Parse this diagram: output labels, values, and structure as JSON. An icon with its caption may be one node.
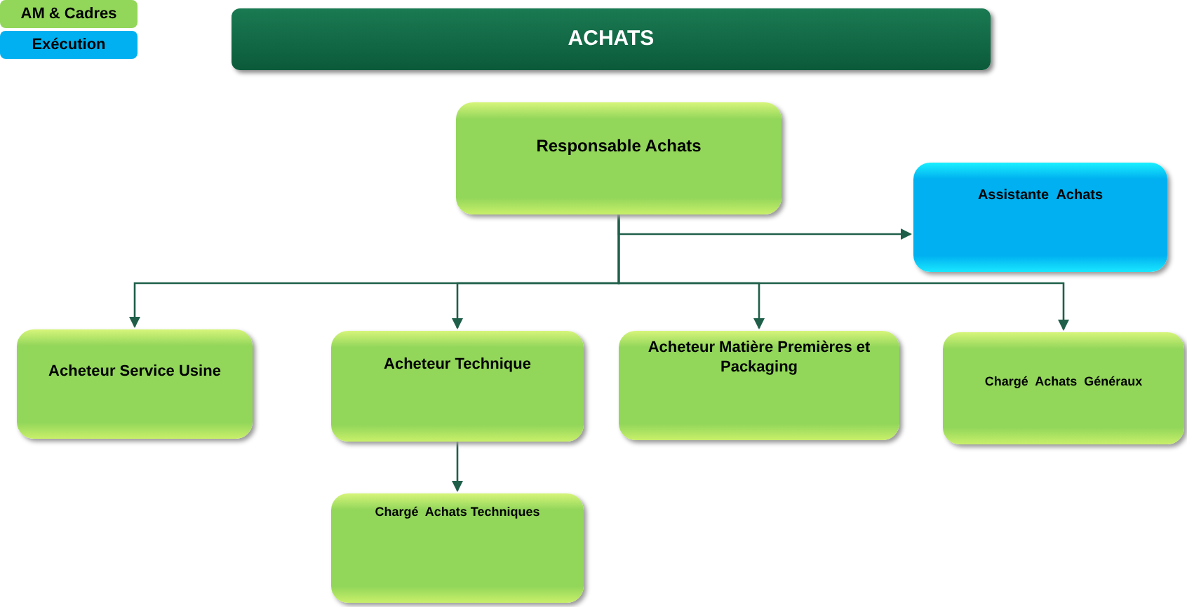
{
  "diagram": {
    "title": "ACHATS",
    "nodes": [
      {
        "text": [
          "Responsable Achats"
        ]
      },
      {
        "text": [
          "Assistante  Achats"
        ]
      },
      {
        "text": [
          "Acheteur Service Usine"
        ]
      },
      {
        "text": [
          "Acheteur Technique"
        ]
      },
      {
        "text": [
          "Acheteur Matière Premières et Packaging"
        ]
      },
      {
        "text": [
          "Chargé  Achats  Généraux"
        ]
      },
      {
        "text": [
          "Chargé  Achats Techniques"
        ]
      }
    ],
    "edges": [
      {
        "from": 0,
        "to": 1,
        "arrow": "to"
      },
      {
        "from": 0,
        "to": 2,
        "arrow": "to"
      },
      {
        "from": 0,
        "to": 3,
        "arrow": "to"
      },
      {
        "from": 0,
        "to": 4,
        "arrow": "to"
      },
      {
        "from": 0,
        "to": 5,
        "arrow": "to"
      },
      {
        "from": 3,
        "to": 6,
        "arrow": "to"
      }
    ],
    "legend": [
      {
        "text": "AM & Cadres",
        "color": "#92d65a"
      },
      {
        "text": "Exécution",
        "color": "#00b0f0"
      }
    ]
  }
}
